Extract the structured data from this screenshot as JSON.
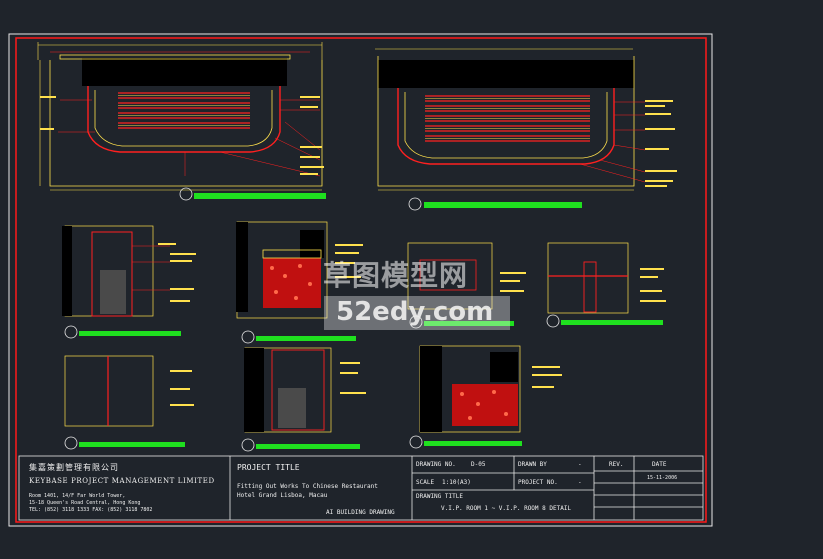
{
  "colors": {
    "background": "#1f242b",
    "frame": "#e8e8e8",
    "border": "#ff1a1a",
    "accent_red": "#ff2020",
    "accent_yellow": "#ffe14d",
    "accent_green": "#1fe01f",
    "text": "#f0f0f0"
  },
  "title_block": {
    "company_cn": "集嘉策劃管理有限公司",
    "company_en": "KEYBASE PROJECT MANAGEMENT LIMITED",
    "address_1": "Room 1401, 14/F Far World Tower,",
    "address_2": "15-18 Queen's Road Central, Hong Kong",
    "contact": "TEL: (852) 3118 1333    FAX: (852) 3118 7802",
    "project_title_label": "PROJECT   TITLE",
    "project_title_1": "Fitting Out Works To Chinese Restaurant",
    "project_title_2": "Hotel Grand Lisboa, Macau",
    "sheet_type": "AI BUILDING DRAWING",
    "drawing_no_label": "DRAWING NO.",
    "drawing_no": "D-05",
    "scale_label": "SCALE",
    "scale": "1:10(A3)",
    "drawn_by_label": "DRAWN BY",
    "drawn_by": "-",
    "project_no_label": "PROJECT NO.",
    "project_no": "-",
    "drawing_title_label": "DRAWING TITLE",
    "drawing_title": "V.I.P. ROOM 1 ~  V.I.P. ROOM 8 DETAIL",
    "rev_label": "REV.",
    "date_label": "DATE",
    "date": "15-11-2006"
  },
  "watermark": {
    "line1": "草图模型网",
    "line2": "52edy.com"
  }
}
